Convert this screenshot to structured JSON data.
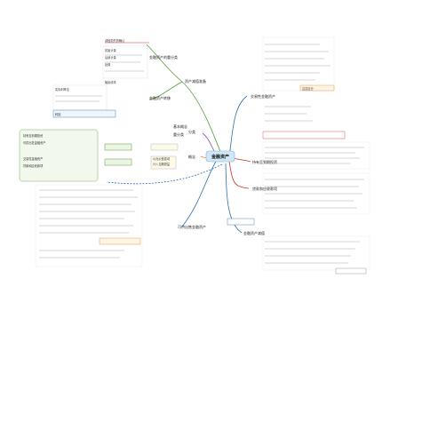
{
  "center": {
    "label": "金融资产"
  },
  "branches": {
    "definition": "资产减值准备",
    "held_to_maturity": "持有至到期投资",
    "fvtpl": "交易性金融资产",
    "loans": "贷款和应收款项",
    "afs": "可供出售金融资产",
    "reclass": "金融资产的重分类",
    "impairment": "金融资产减值",
    "transfer": "金融资产转移",
    "intro_a": "基本概念",
    "intro_b": "分类",
    "intro_c": "重分类",
    "concept": "概念"
  },
  "legend": {
    "item1": "持有至到期投资",
    "item2": "可供出售金融资产",
    "item3": "交易性金融资产",
    "item4": "贷款和应收款项"
  },
  "notes": {
    "red1": "减值损失的确认",
    "red2": "公允价值变动",
    "red3": "计入当期损益",
    "red4": "摊余成本",
    "red5": "实际利率法",
    "red6": "转回",
    "blue1": "初始计量",
    "blue2": "后续计量",
    "blue3": "处置",
    "orange1": "注意区分"
  },
  "colors": {
    "center_fill": "#cfe7f7",
    "red": "#d0312d",
    "blue": "#2a6fb0",
    "green": "#5a9e3a",
    "orange": "#e08a1e",
    "purple": "#8a4fb0"
  }
}
